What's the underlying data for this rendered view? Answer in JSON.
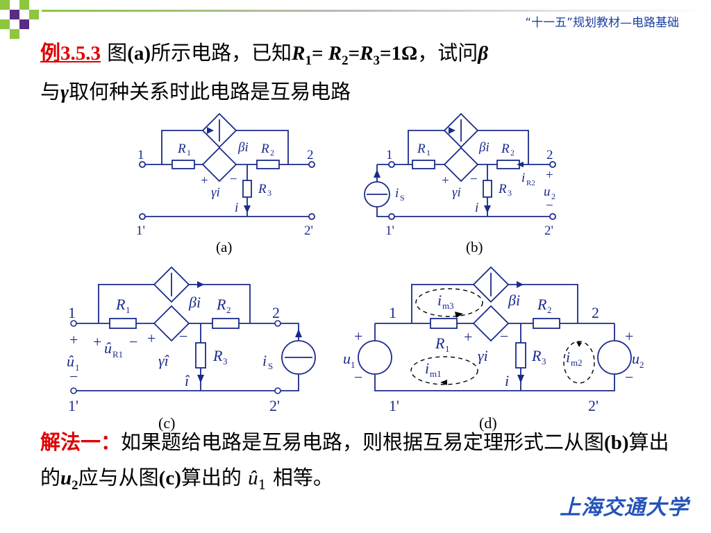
{
  "header": {
    "text": "“十一五”规划教材—电路基础"
  },
  "problem": {
    "example_number": "例3.5.3",
    "text_part1": "图",
    "fig_a_ref": "(a)",
    "text_part2": "所示电路，已知",
    "r1": "R",
    "r1_sub": "1",
    "eq1": "= ",
    "r2": "R",
    "r2_sub": "2",
    "eq2": "=",
    "r3": "R",
    "r3_sub": "3",
    "value": "=1Ω",
    "text_part3": "，试问",
    "beta": "β",
    "line2_start": "与",
    "gamma": "γ",
    "line2_end": "取何种关系时此电路是互易电路"
  },
  "figures": {
    "a": {
      "caption": "(a)",
      "node1": "1",
      "node2": "2",
      "node1p": "1'",
      "node2p": "2'",
      "r1": "R",
      "r1_sub": "1",
      "r2": "R",
      "r2_sub": "2",
      "r3": "R",
      "r3_sub": "3",
      "beta_i": "βi",
      "gamma_i": "γi",
      "current": "i",
      "plus": "+",
      "minus": "−"
    },
    "b": {
      "caption": "(b)",
      "node1": "1",
      "node2": "2",
      "node1p": "1'",
      "node2p": "2'",
      "r1": "R",
      "r1_sub": "1",
      "r2": "R",
      "r2_sub": "2",
      "r3": "R",
      "r3_sub": "3",
      "beta_i": "βi",
      "gamma_i": "γi",
      "current": "i",
      "is": "i",
      "is_sub": "S",
      "ir2": "i",
      "ir2_sub": "R2",
      "u2": "u",
      "u2_sub": "2",
      "plus": "+",
      "minus": "−"
    },
    "c": {
      "caption": "(c)",
      "node1": "1",
      "node2": "2",
      "node1p": "1'",
      "node2p": "2'",
      "r1": "R",
      "r1_sub": "1",
      "r2": "R",
      "r2_sub": "2",
      "r3": "R",
      "r3_sub": "3",
      "beta_i": "βi",
      "gamma_i": "γî",
      "current": "î",
      "is": "i",
      "is_sub": "S",
      "ur1": "û",
      "ur1_sub": "R1",
      "u1": "û",
      "u1_sub": "1",
      "plus": "+",
      "minus": "−"
    },
    "d": {
      "caption": "(d)",
      "node1": "1",
      "node2": "2",
      "node1p": "1'",
      "node2p": "2'",
      "r1": "R",
      "r1_sub": "1",
      "r2": "R",
      "r2_sub": "2",
      "r3": "R",
      "r3_sub": "3",
      "beta_i": "βi",
      "gamma_i": "γi",
      "current": "i",
      "u1": "u",
      "u1_sub": "1",
      "u2": "u",
      "u2_sub": "2",
      "im1": "i",
      "im1_sub": "m1",
      "im2": "i",
      "im2_sub": "m2",
      "im3": "i",
      "im3_sub": "m3",
      "plus": "+",
      "minus": "−"
    }
  },
  "solution": {
    "lead": "解法一：",
    "text1": "如果题给电路是互易电路，则根据互易定理形式二从图",
    "fig_b": "(b)",
    "text2": "算出的",
    "u2": "u",
    "u2_sub": "2",
    "text3": "应与从图",
    "fig_c": "(c)",
    "text4": "算出的",
    "u1": "û",
    "u1_sub": "1",
    "text5": "相等。"
  },
  "logo": {
    "text": "上海交通大学"
  },
  "colors": {
    "accent_red": "#e00000",
    "circuit_blue": "#1a2a8c",
    "header_blue": "#1a3fa0",
    "deco_green": "#8dc63f",
    "deco_purple": "#5b2c83"
  }
}
